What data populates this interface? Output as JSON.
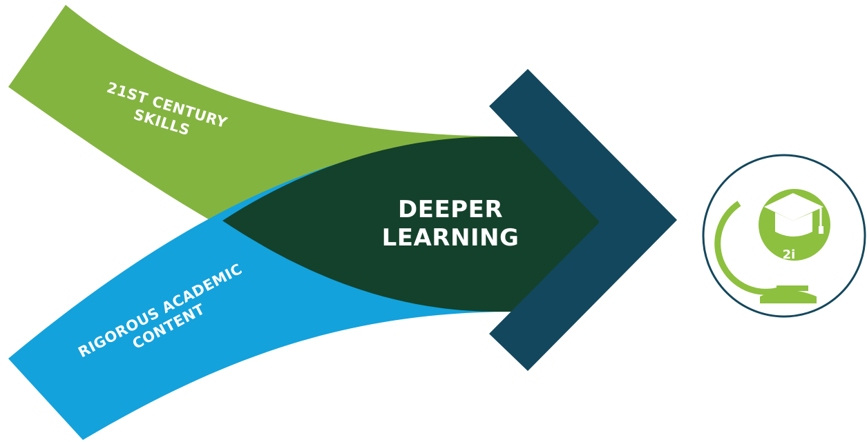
{
  "diagram": {
    "streams": [
      {
        "id": "skills",
        "lines": [
          "21ST CENTURY",
          "SKILLS"
        ]
      },
      {
        "id": "content",
        "lines": [
          "RIGOROUS ACADEMIC",
          "CONTENT"
        ]
      }
    ],
    "result": {
      "lines": [
        "DEEPER",
        "LEARNING"
      ]
    },
    "badge": {
      "text": "2i",
      "icon": "globe-graduation-cap-icon"
    },
    "colors": {
      "green": "#84b440",
      "blue": "#13a2dc",
      "dark_green": "#14412b",
      "navy": "#13475d",
      "badge_green": "#8dc03f"
    }
  }
}
